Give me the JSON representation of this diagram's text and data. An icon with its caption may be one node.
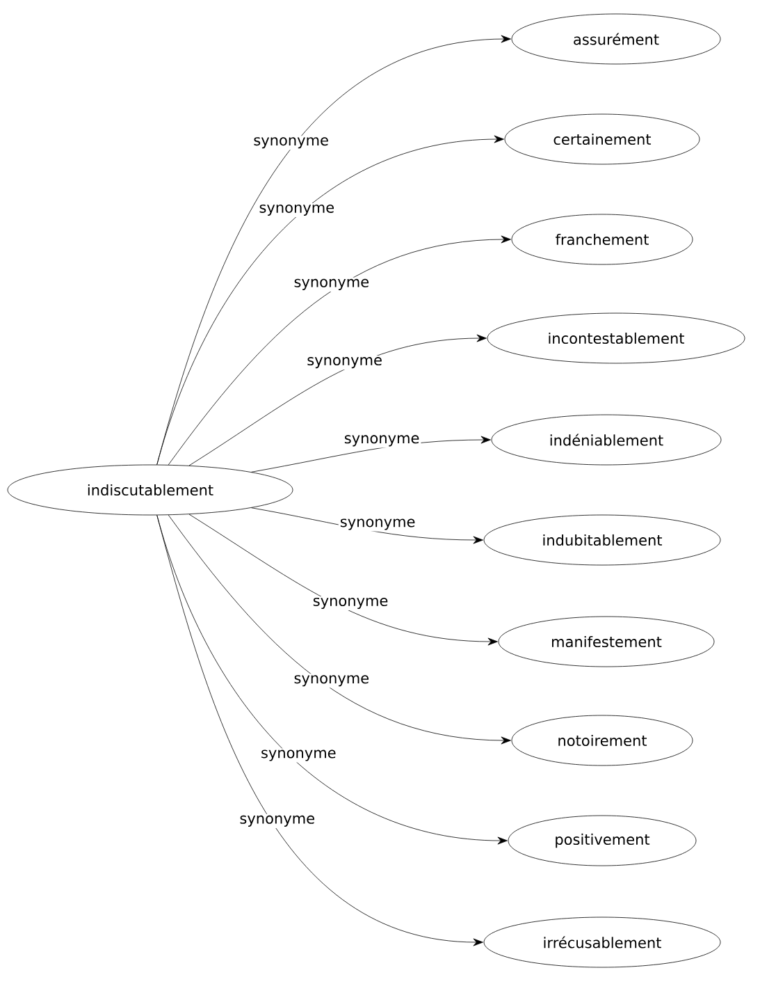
{
  "diagram": {
    "nodes": [
      {
        "text": [
          "indiscutablement"
        ]
      },
      {
        "text": [
          "assurément"
        ]
      },
      {
        "text": [
          "certainement"
        ]
      },
      {
        "text": [
          "franchement"
        ]
      },
      {
        "text": [
          "incontestablement"
        ]
      },
      {
        "text": [
          "indéniablement"
        ]
      },
      {
        "text": [
          "indubitablement"
        ]
      },
      {
        "text": [
          "manifestement"
        ]
      },
      {
        "text": [
          "notoirement"
        ]
      },
      {
        "text": [
          "positivement"
        ]
      },
      {
        "text": [
          "irrécusablement"
        ]
      }
    ],
    "edges": [
      {
        "from": 0,
        "to": 1,
        "arrow": "to",
        "label": "synonyme"
      },
      {
        "from": 0,
        "to": 2,
        "arrow": "to",
        "label": "synonyme"
      },
      {
        "from": 0,
        "to": 3,
        "arrow": "to",
        "label": "synonyme"
      },
      {
        "from": 0,
        "to": 4,
        "arrow": "to",
        "label": "synonyme"
      },
      {
        "from": 0,
        "to": 5,
        "arrow": "to",
        "label": "synonyme"
      },
      {
        "from": 0,
        "to": 6,
        "arrow": "to",
        "label": "synonyme"
      },
      {
        "from": 0,
        "to": 7,
        "arrow": "to",
        "label": "synonyme"
      },
      {
        "from": 0,
        "to": 8,
        "arrow": "to",
        "label": "synonyme"
      },
      {
        "from": 0,
        "to": 9,
        "arrow": "to",
        "label": "synonyme"
      },
      {
        "from": 0,
        "to": 10,
        "arrow": "to",
        "label": "synonyme"
      }
    ]
  }
}
